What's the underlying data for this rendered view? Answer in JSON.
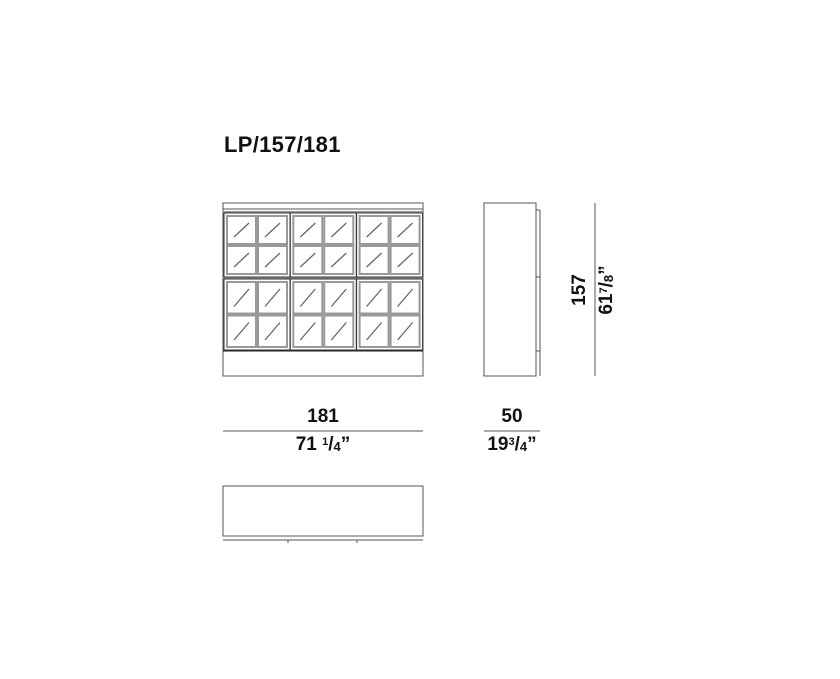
{
  "title": "LP/157/181",
  "dimensions": {
    "width_cm": "181",
    "width_in": {
      "whole": "71",
      "num": "1",
      "den": "4",
      "mark": "”"
    },
    "depth_cm": "50",
    "depth_in": {
      "whole": "19",
      "num": "3",
      "den": "4",
      "mark": "”"
    },
    "height_cm": "157",
    "height_in": {
      "whole": "61",
      "num": "7",
      "den": "8",
      "mark": "”"
    }
  },
  "colors": {
    "line": "#555555",
    "frame": "#999999",
    "text": "#111111"
  }
}
